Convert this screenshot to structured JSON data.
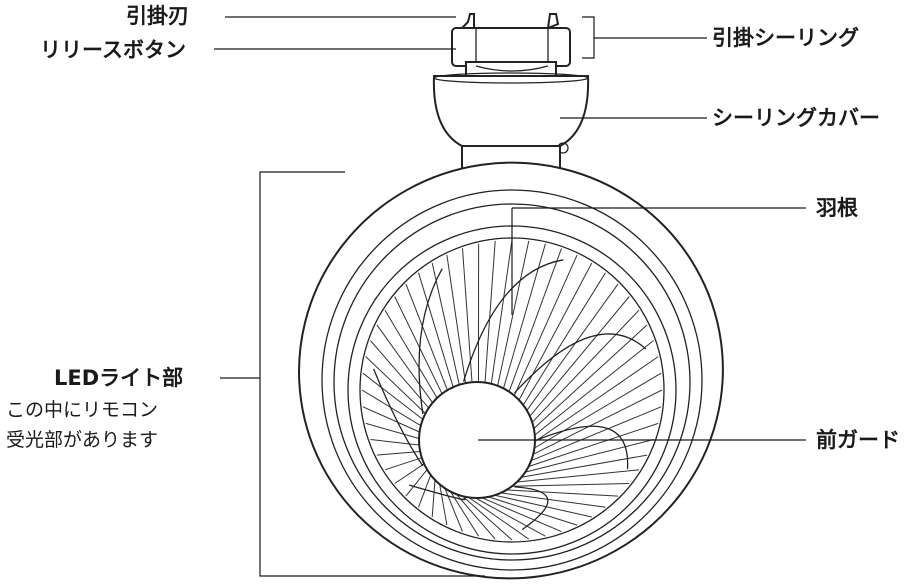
{
  "labels": {
    "hook_blade": "引掛刃",
    "release_button": "リリースボタン",
    "hook_ceiling": "引掛シーリング",
    "ceiling_cover": "シーリングカバー",
    "blades": "羽根",
    "led_light": "LEDライト部",
    "led_note_line1": "この中にリモコン",
    "led_note_line2": "受光部があります",
    "front_guard": "前ガード"
  },
  "colors": {
    "ink": "#1a1a1a",
    "background": "#ffffff"
  },
  "icons": [
    "ceiling-fan-illustration"
  ]
}
